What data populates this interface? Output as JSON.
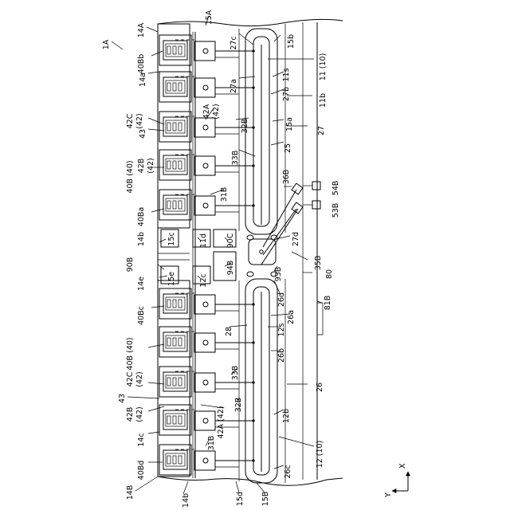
{
  "figure": {
    "labels": {
      "l15A": "15A",
      "l14A": "14A",
      "l1A": "1A",
      "l27c": "27c",
      "l15b": "15b",
      "l40Bb": "40Bb",
      "l14a": "14a",
      "l11_10": "11 (10)",
      "l27a": "27a",
      "l11s": "11s",
      "l27b": "27b",
      "l11b": "11b",
      "l42C": "42C",
      "l42C_p": "(42)",
      "l42A": "42A",
      "l42A_p": "(42)",
      "l32B": "32B",
      "l43": "43",
      "l15a": "15a",
      "l27": "27",
      "l33B": "33B",
      "l25": "25",
      "l42B": "42B",
      "l42B_p": "(42)",
      "l40B_40": "40B (40)",
      "l31B": "31B",
      "l36B": "36B",
      "l54B": "54B",
      "l40Ba": "40Ba",
      "l53B": "53B",
      "l14b": "14b",
      "l15c": "15c",
      "l11d": "11d",
      "l90C": "90C",
      "l27d": "27d",
      "l90B": "90B",
      "l94B": "94B",
      "l35B": "35B",
      "l14e": "14e",
      "l15e": "15e",
      "l12c": "12c",
      "l93B": "93B",
      "l80": "80",
      "l26d": "26d",
      "l40Bc": "40Bc",
      "l81B": "81B",
      "l26a": "26a",
      "l28": "28",
      "l12s": "12s",
      "l40B_40b": "40B (40)",
      "l26b": "26b",
      "l42C2": "42C",
      "l42C2_p": "(42)",
      "l33B2": "33B",
      "l26": "26",
      "l43b": "43",
      "l42B2": "42B",
      "l42B2_p": "(42)",
      "l32B2": "32B",
      "l42A2": "42A (42)",
      "l12b": "12b",
      "l14c": "14c",
      "l31B2": "31B",
      "l12_10": "12 (10)",
      "l40Bd": "40Bd",
      "l26c": "26c",
      "l14B": "14B",
      "l14b2": "14b",
      "l15d": "15d",
      "l15B": "15B",
      "axisX": "X",
      "axisY": "Y"
    }
  }
}
